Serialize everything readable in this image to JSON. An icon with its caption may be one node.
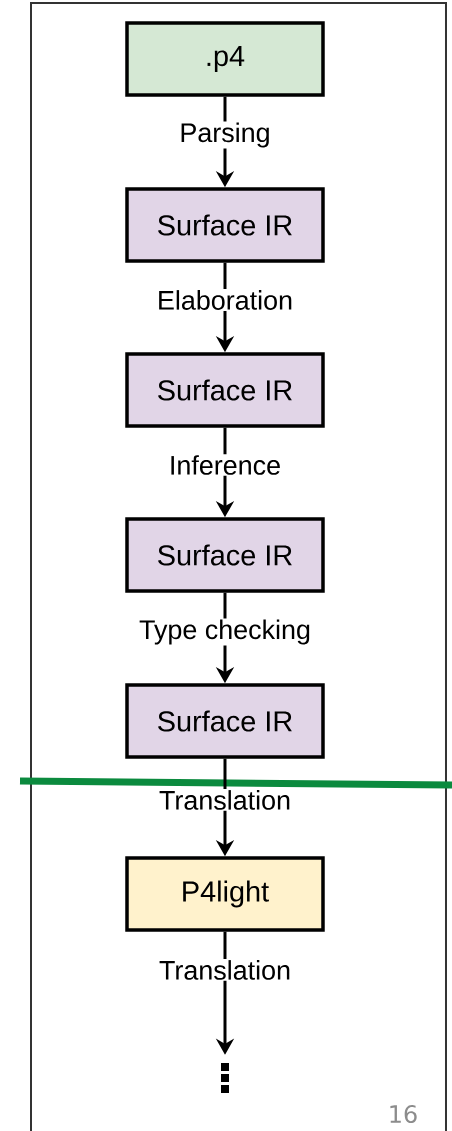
{
  "diagram": {
    "nodes": [
      {
        "text": [
          ".p4"
        ]
      },
      {
        "text": [
          "Surface IR"
        ]
      },
      {
        "text": [
          "Surface IR"
        ]
      },
      {
        "text": [
          "Surface IR"
        ]
      },
      {
        "text": [
          "Surface IR"
        ]
      },
      {
        "text": [
          "P4light"
        ]
      },
      {
        "text": [],
        "shape": "dots"
      }
    ],
    "edges": [
      {
        "from": 0,
        "to": 1,
        "arrow": "to",
        "label": "Parsing"
      },
      {
        "from": 1,
        "to": 2,
        "arrow": "to",
        "label": "Elaboration"
      },
      {
        "from": 2,
        "to": 3,
        "arrow": "to",
        "label": "Inference"
      },
      {
        "from": 3,
        "to": 4,
        "arrow": "to",
        "label": "Type checking"
      },
      {
        "from": 4,
        "to": 5,
        "arrow": "to",
        "label": "Translation"
      },
      {
        "from": 5,
        "to": 6,
        "arrow": "to",
        "label": "Translation"
      }
    ],
    "labels": [
      "16"
    ]
  }
}
